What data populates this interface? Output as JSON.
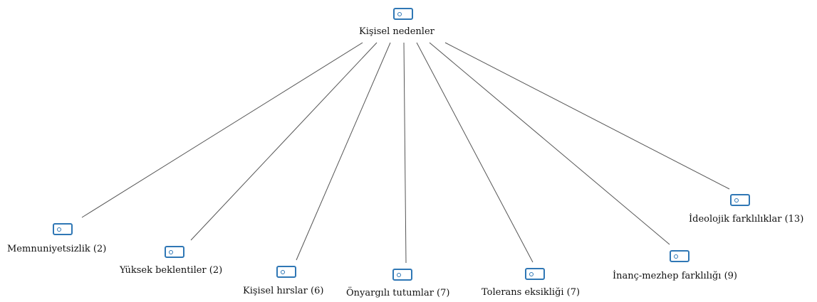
{
  "root": {
    "label": "Kişisel nedenler",
    "icon": "code-icon"
  },
  "children": [
    {
      "label": "Memnuniyetsizlik (2)",
      "icon": "code-icon"
    },
    {
      "label": "Yüksek beklentiler (2)",
      "icon": "code-icon"
    },
    {
      "label": "Kişisel hırslar (6)",
      "icon": "code-icon"
    },
    {
      "label": "Önyargılı tutumlar (7)",
      "icon": "code-icon"
    },
    {
      "label": "Tolerans eksikliği (7)",
      "icon": "code-icon"
    },
    {
      "label": "İnanç-mezhep farklılığı (9)",
      "icon": "code-icon"
    },
    {
      "label": "İdeolojik farklılıklar (13)",
      "icon": "code-icon"
    }
  ],
  "colors": {
    "icon": "#2f77b5",
    "edge": "#555555",
    "text": "#111111"
  }
}
